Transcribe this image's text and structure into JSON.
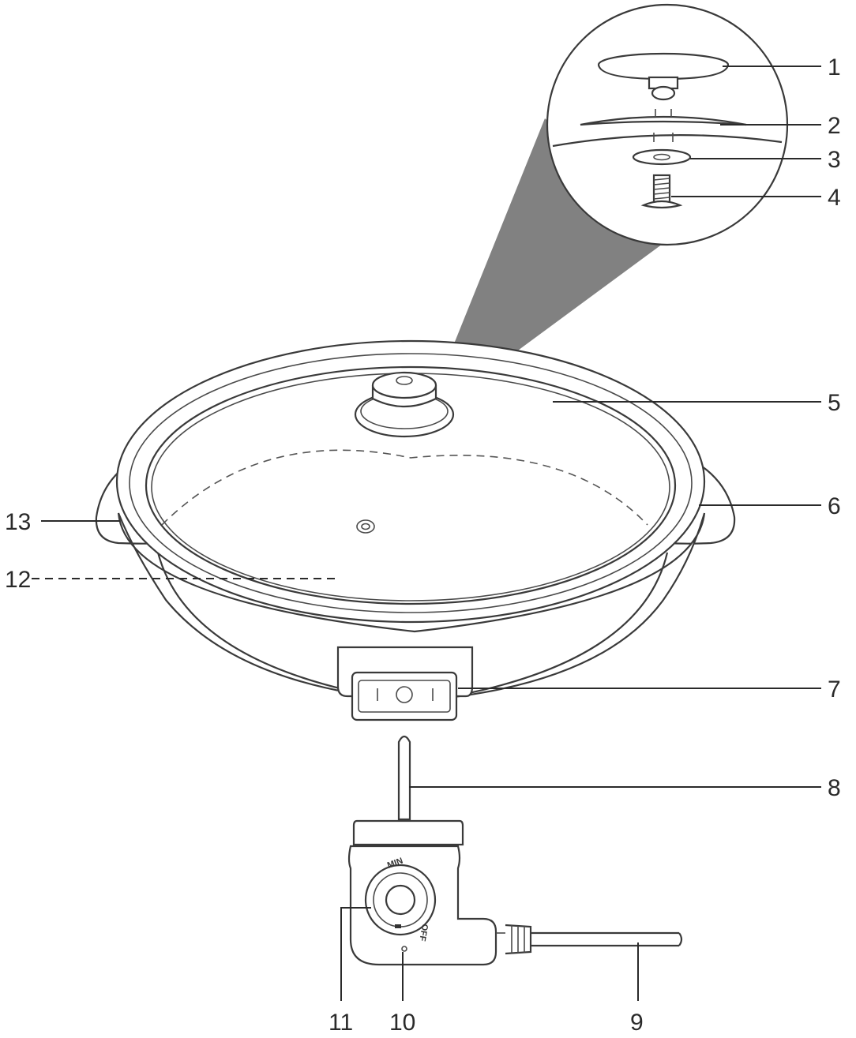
{
  "callouts": [
    {
      "number": "1"
    },
    {
      "number": "2"
    },
    {
      "number": "3"
    },
    {
      "number": "4"
    },
    {
      "number": "5"
    },
    {
      "number": "6"
    },
    {
      "number": "7"
    },
    {
      "number": "8"
    },
    {
      "number": "9"
    },
    {
      "number": "10"
    },
    {
      "number": "11"
    },
    {
      "number": "12"
    },
    {
      "number": "13"
    }
  ],
  "dial": {
    "min_label": "MIN",
    "off_label": "OFF"
  },
  "colors": {
    "line": "#3a3a3a",
    "cone": "#7a7a7a",
    "background": "#ffffff"
  }
}
